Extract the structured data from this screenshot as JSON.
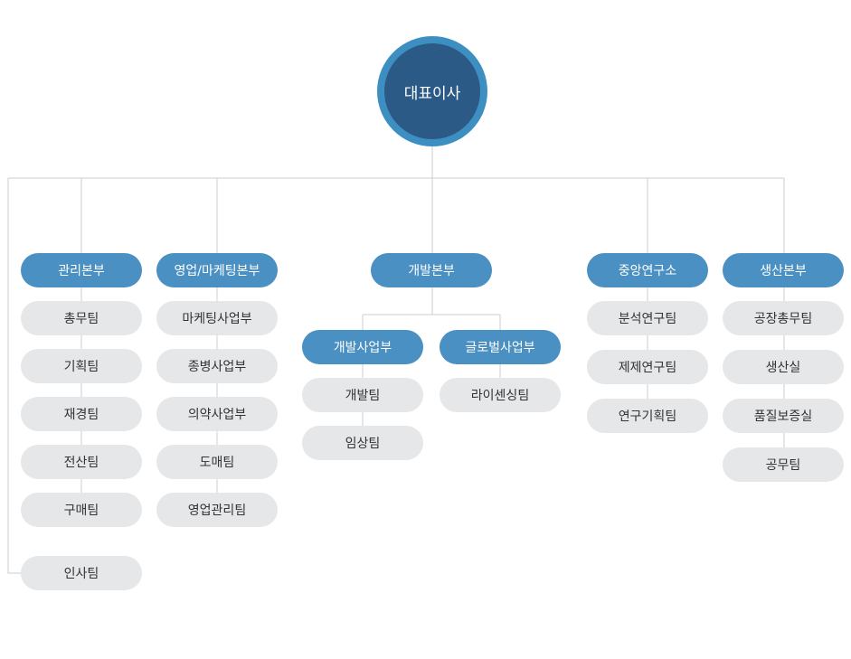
{
  "ceo": "대표이사",
  "divisions": [
    {
      "name": "관리본부",
      "teams": [
        "총무팀",
        "기획팀",
        "재경팀",
        "전산팀",
        "구매팀",
        "인사팀"
      ]
    },
    {
      "name": "영업/마케팅본부",
      "teams": [
        "마케팅사업부",
        "종병사업부",
        "의약사업부",
        "도매팀",
        "영업관리팀"
      ]
    },
    {
      "name": "개발본부",
      "subdivisions": [
        {
          "name": "개발사업부",
          "teams": [
            "개발팀",
            "임상팀"
          ]
        },
        {
          "name": "글로벌사업부",
          "teams": [
            "라이센싱팀"
          ]
        }
      ]
    },
    {
      "name": "중앙연구소",
      "teams": [
        "분석연구팀",
        "제제연구팀",
        "연구기획팀"
      ]
    },
    {
      "name": "생산본부",
      "teams": [
        "공장총무팀",
        "생산실",
        "품질보증실",
        "공무팀"
      ]
    }
  ],
  "colors": {
    "ceo_fill": "#2c5a87",
    "ceo_ring": "#3d8fc2",
    "division": "#4a90c2",
    "team": "#e6e7e9",
    "line": "#cccccc"
  }
}
